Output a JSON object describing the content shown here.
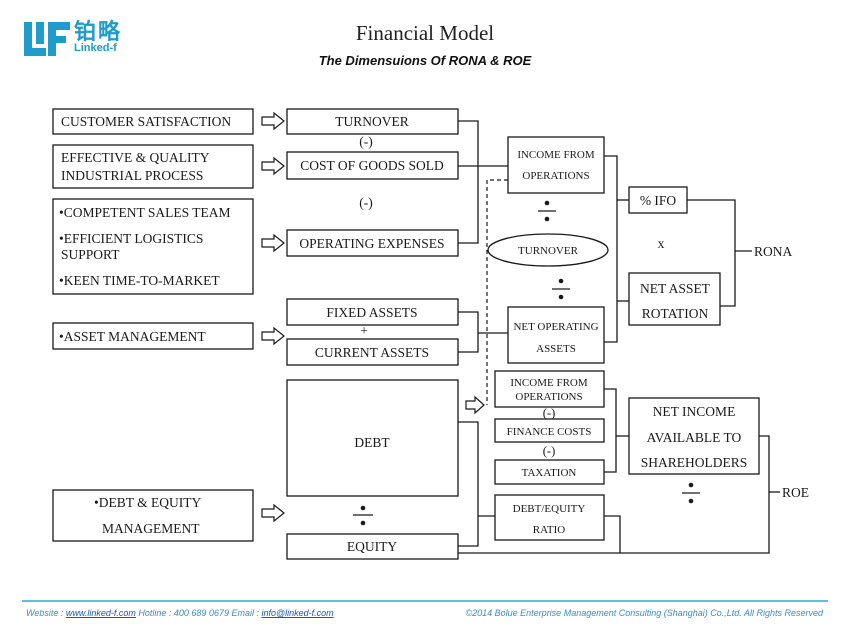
{
  "header": {
    "logo_cn": "铂略",
    "logo_en": "Linked-f",
    "title": "Financial Model",
    "subtitle": "The Dimensuions Of RONA & ROE"
  },
  "drivers": {
    "customer_satisfaction": "CUSTOMER SATISFACTION",
    "effective_line1": "EFFECTIVE & QUALITY",
    "effective_line2": "INDUSTRIAL PROCESS",
    "sales_team": "•COMPETENT SALES TEAM",
    "logistics_line1": "•EFFICIENT LOGISTICS",
    "logistics_line2": "SUPPORT",
    "time_to_market": "•KEEN TIME-TO-MARKET",
    "asset_management": "•ASSET MANAGEMENT",
    "debt_equity_line1": "•DEBT & EQUITY",
    "debt_equity_line2": "MANAGEMENT"
  },
  "components": {
    "turnover": "TURNOVER",
    "minus1": "(-)",
    "cogs": "COST OF GOODS SOLD",
    "minus2": "(-)",
    "opex": "OPERATING EXPENSES",
    "fixed_assets": "FIXED ASSETS",
    "plus": "+",
    "current_assets": "CURRENT ASSETS",
    "debt": "DEBT",
    "equity": "EQUITY"
  },
  "middle": {
    "ifo_line1": "INCOME FROM",
    "ifo_line2": "OPERATIONS",
    "turnover_oval": "TURNOVER",
    "noa_line1": "NET OPERATING",
    "noa_line2": "ASSETS",
    "ifo2_line1": "INCOME FROM",
    "ifo2_line2": "OPERATIONS",
    "minus3": "(-)",
    "finance_costs": "FINANCE COSTS",
    "minus4": "(-)",
    "taxation": "TAXATION",
    "de_ratio_line1": "DEBT/EQUITY",
    "de_ratio_line2": "RATIO"
  },
  "right": {
    "pct_ifo": "% IFO",
    "times": "x",
    "nar_line1": "NET ASSET",
    "nar_line2": "ROTATION",
    "rona": "RONA",
    "ni_line1": "NET INCOME",
    "ni_line2": "AVAILABLE TO",
    "ni_line3": "SHAREHOLDERS",
    "roe": "ROE"
  },
  "footer": {
    "website_label": "Website : ",
    "website": "www.linked-f.com",
    "hotline": "  Hotline : 400 689 0679  Email : ",
    "email": "info@linked-f.com",
    "copyright": "©2014 Bolue Enterprise Management Consulting (Shanghai) Co.,Ltd. All Rights Reserved"
  },
  "colors": {
    "brand": "#1f9cc9",
    "footer_line": "#5fbfe0"
  }
}
